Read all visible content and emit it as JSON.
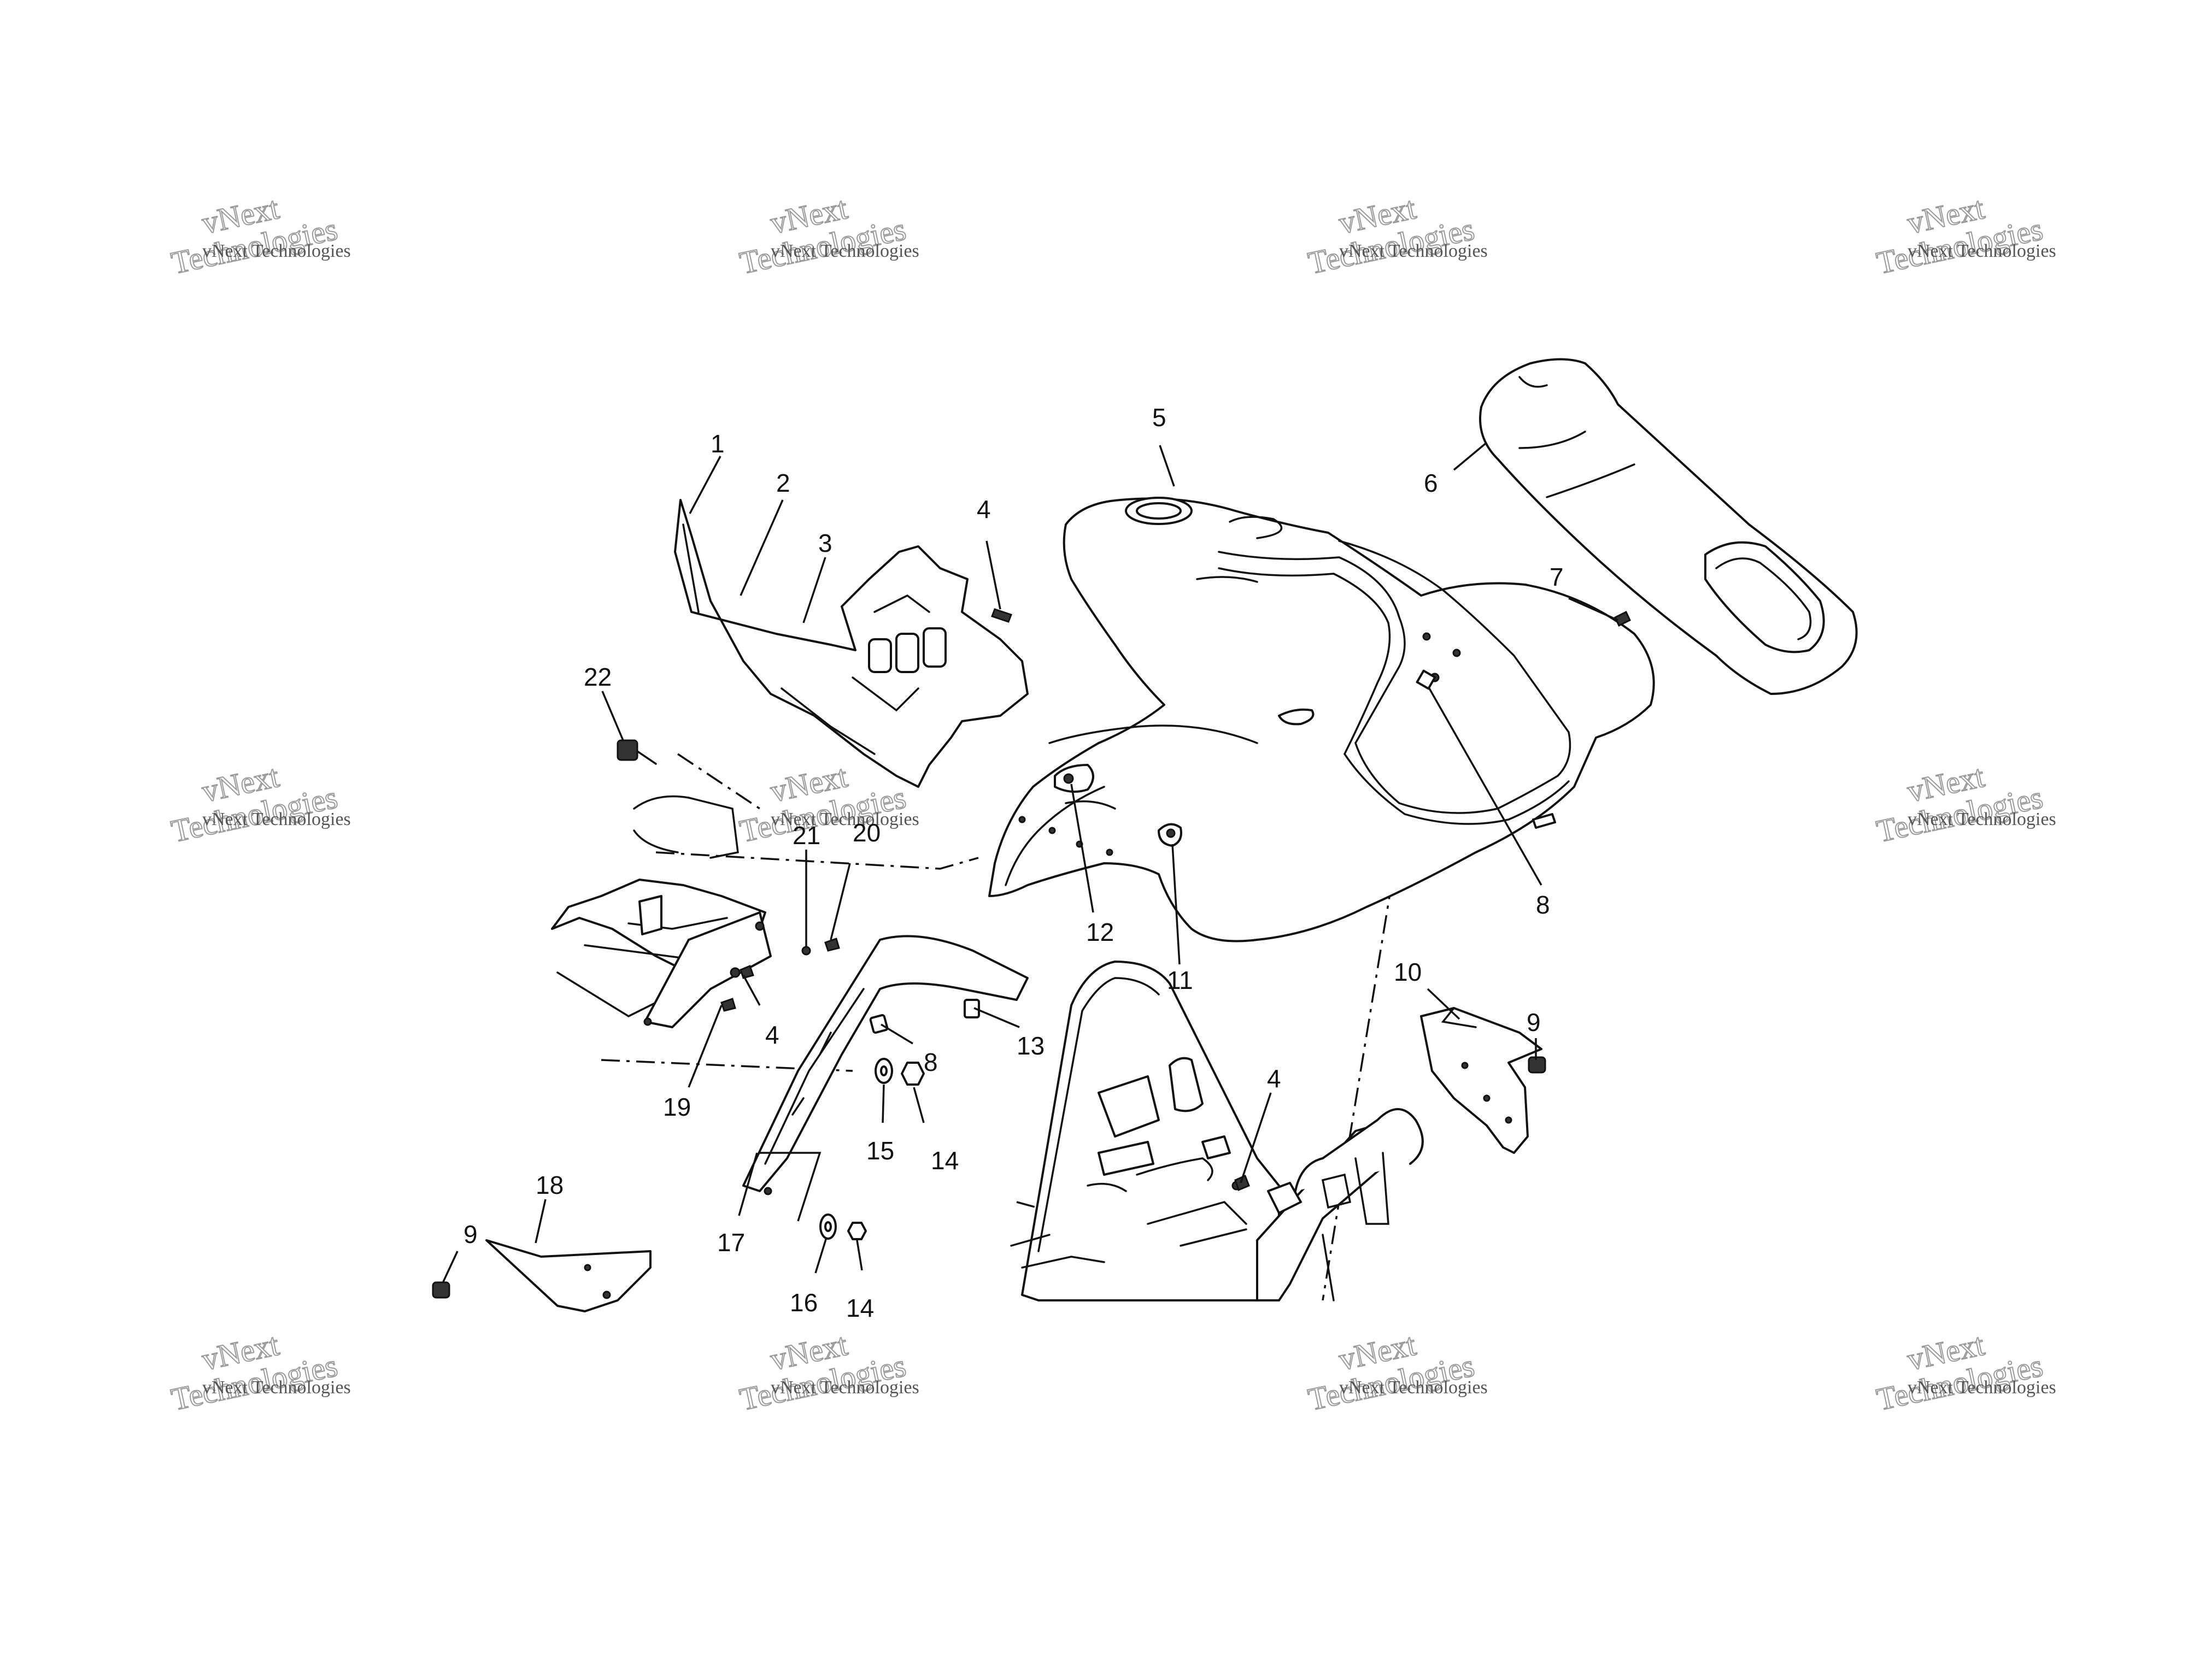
{
  "callouts": [
    {
      "id": "c1",
      "text": "1"
    },
    {
      "id": "c2",
      "text": "2"
    },
    {
      "id": "c3",
      "text": "3"
    },
    {
      "id": "c4a",
      "text": "4"
    },
    {
      "id": "c5",
      "text": "5"
    },
    {
      "id": "c6",
      "text": "6"
    },
    {
      "id": "c7",
      "text": "7"
    },
    {
      "id": "c8a",
      "text": "8"
    },
    {
      "id": "c9a",
      "text": "9"
    },
    {
      "id": "c10",
      "text": "10"
    },
    {
      "id": "c11",
      "text": "11"
    },
    {
      "id": "c12",
      "text": "12"
    },
    {
      "id": "c13",
      "text": "13"
    },
    {
      "id": "c8b",
      "text": "8"
    },
    {
      "id": "c4b",
      "text": "4"
    },
    {
      "id": "c4c",
      "text": "4"
    },
    {
      "id": "c14a",
      "text": "14"
    },
    {
      "id": "c15",
      "text": "15"
    },
    {
      "id": "c17",
      "text": "17"
    },
    {
      "id": "c19",
      "text": "19"
    },
    {
      "id": "c20",
      "text": "20"
    },
    {
      "id": "c21",
      "text": "21"
    },
    {
      "id": "c22",
      "text": "22"
    },
    {
      "id": "c18",
      "text": "18"
    },
    {
      "id": "c9b",
      "text": "9"
    },
    {
      "id": "c16",
      "text": "16"
    },
    {
      "id": "c14b",
      "text": "14"
    }
  ],
  "watermark": {
    "small_text": "vNext Technologies",
    "big_line1": "vNext",
    "big_line2": "Technologies"
  }
}
